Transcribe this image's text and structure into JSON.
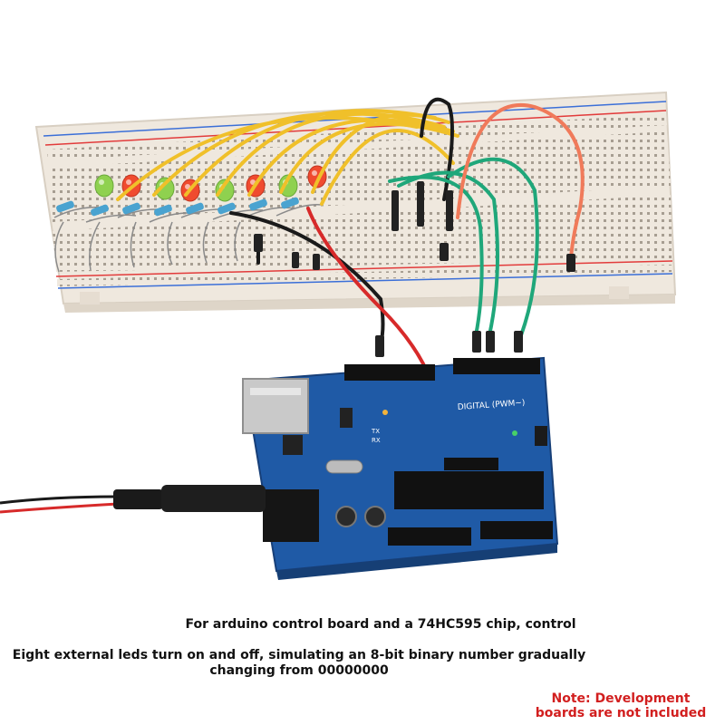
{
  "caption": {
    "line1": "For arduino control board and a 74HC595 chip, control",
    "line2": "Eight external leds turn on and off, simulating an 8-bit binary number gradually",
    "line3": "changing from 00000000"
  },
  "note": {
    "line1": "Note: Development",
    "line2": "boards are not included"
  },
  "board": {
    "header_label": "DIGITAL (PWM~)",
    "tx_label": "TX",
    "rx_label": "RX"
  },
  "leds": [
    {
      "color": "green"
    },
    {
      "color": "red"
    },
    {
      "color": "green"
    },
    {
      "color": "red"
    },
    {
      "color": "green"
    },
    {
      "color": "red"
    },
    {
      "color": "green"
    },
    {
      "color": "red"
    }
  ],
  "colors": {
    "breadboard": "#efe8de",
    "rail_red": "#e23b3b",
    "rail_blue": "#3b6fd8",
    "arduino_blue": "#1f5aa6",
    "wire_yellow": "#f0c02a",
    "wire_green": "#1fa77a",
    "wire_orange": "#f07a5a",
    "wire_red": "#d72a2a",
    "wire_black": "#1a1a1a",
    "note_red": "#d21f1f"
  }
}
